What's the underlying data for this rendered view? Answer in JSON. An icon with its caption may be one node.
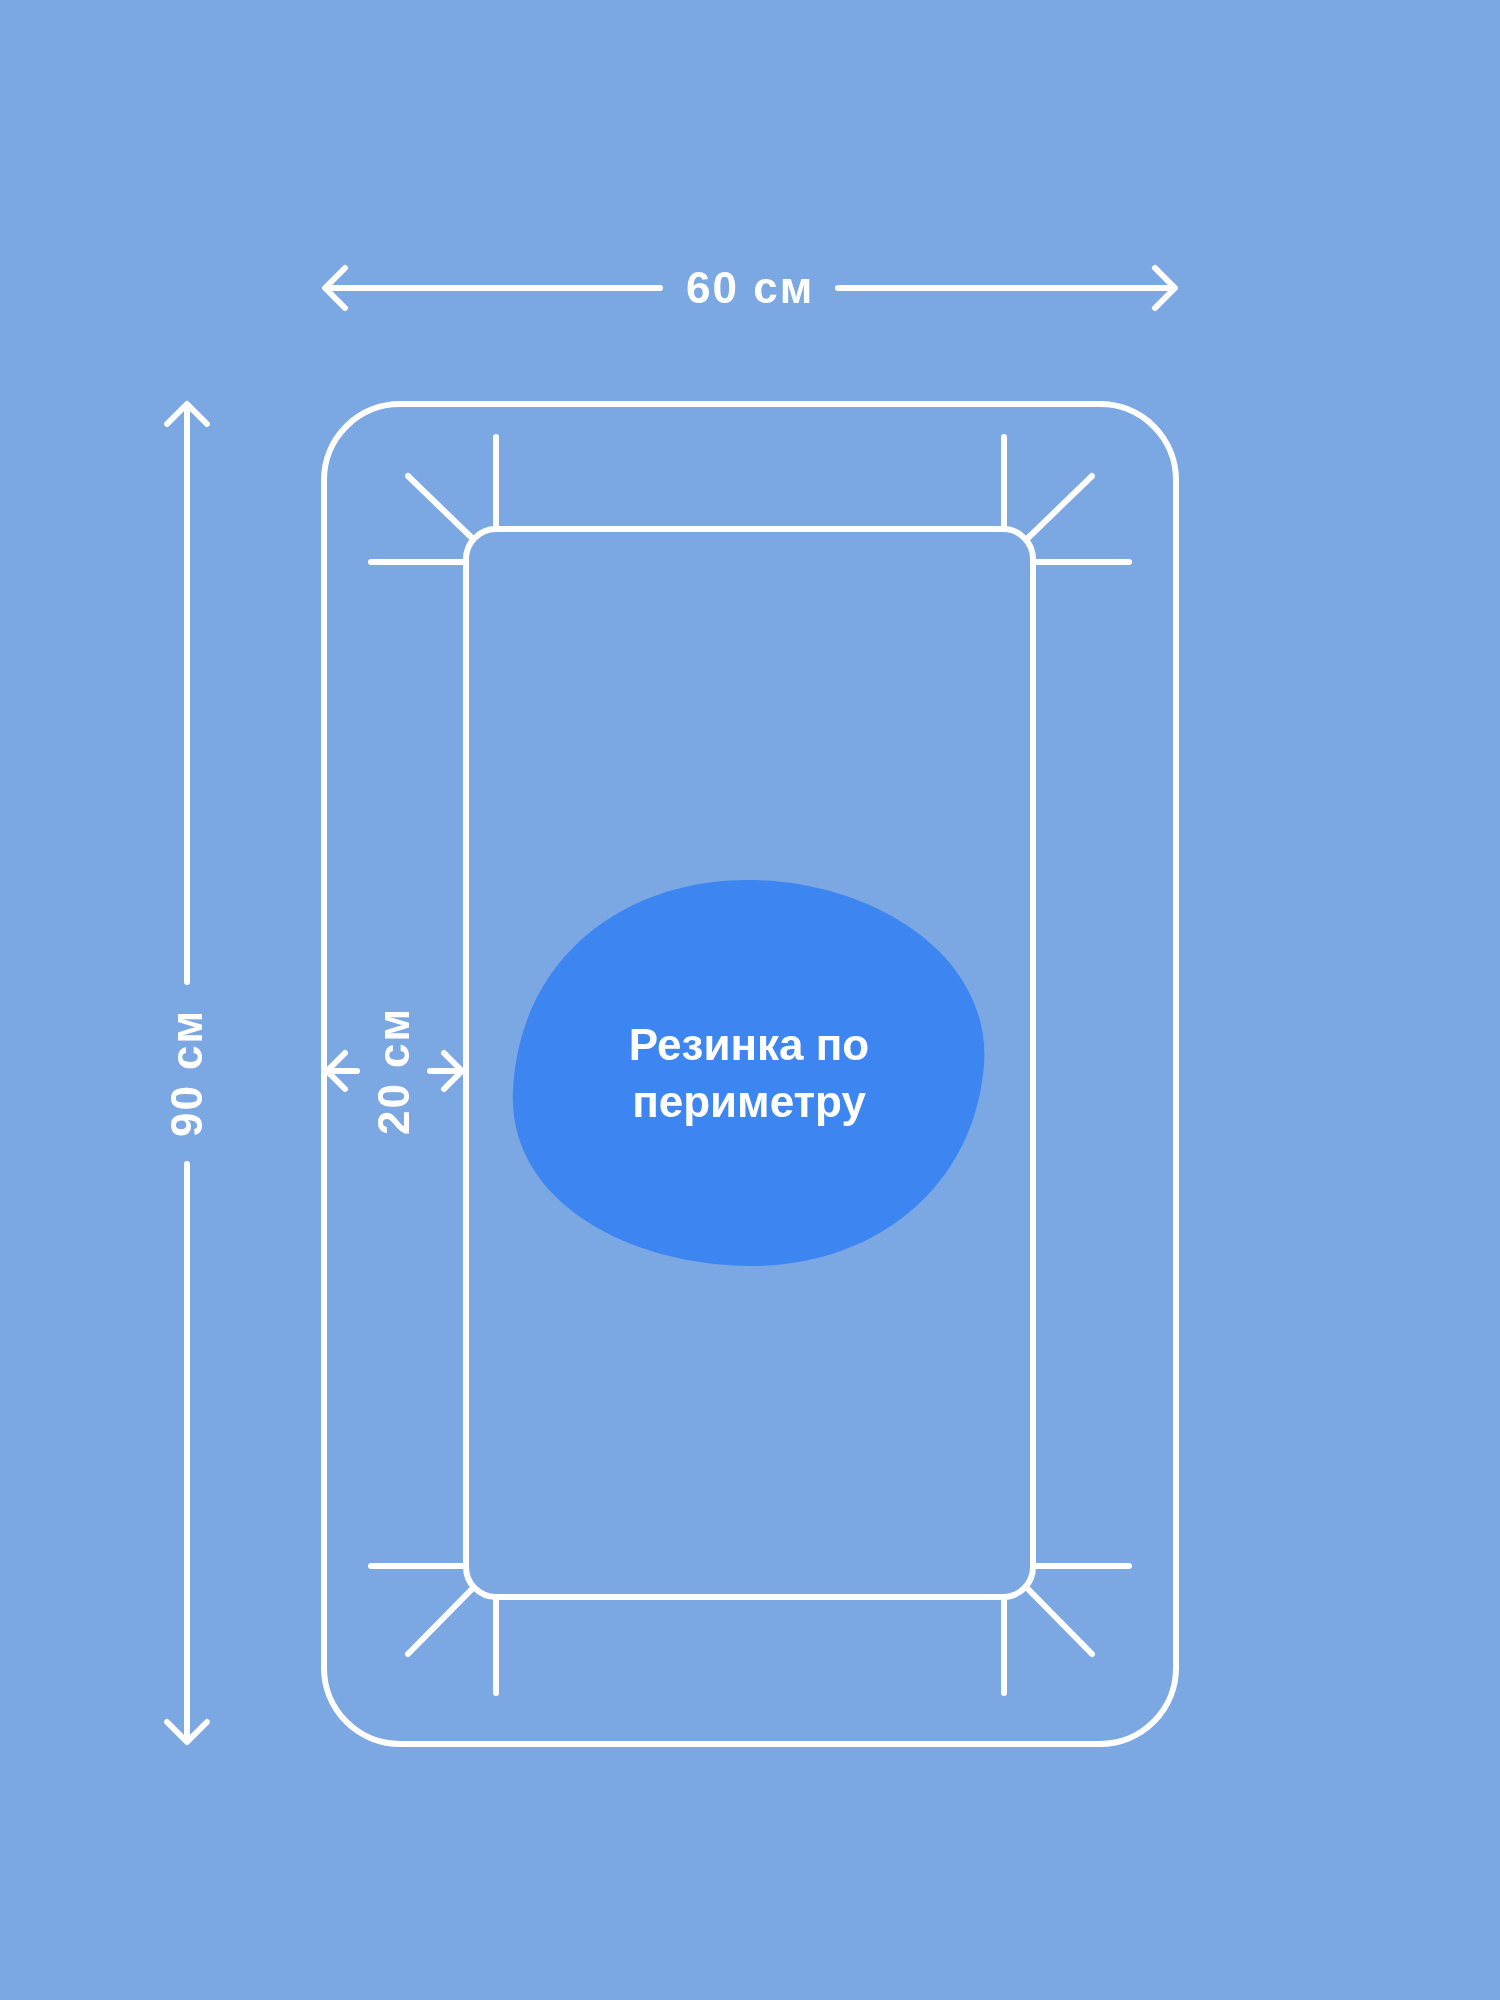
{
  "diagram": {
    "nodes": [
      {
        "text": [
          "Резинка по периметру"
        ]
      }
    ],
    "labels": [
      "60 см",
      "90 см",
      "20 см"
    ]
  }
}
